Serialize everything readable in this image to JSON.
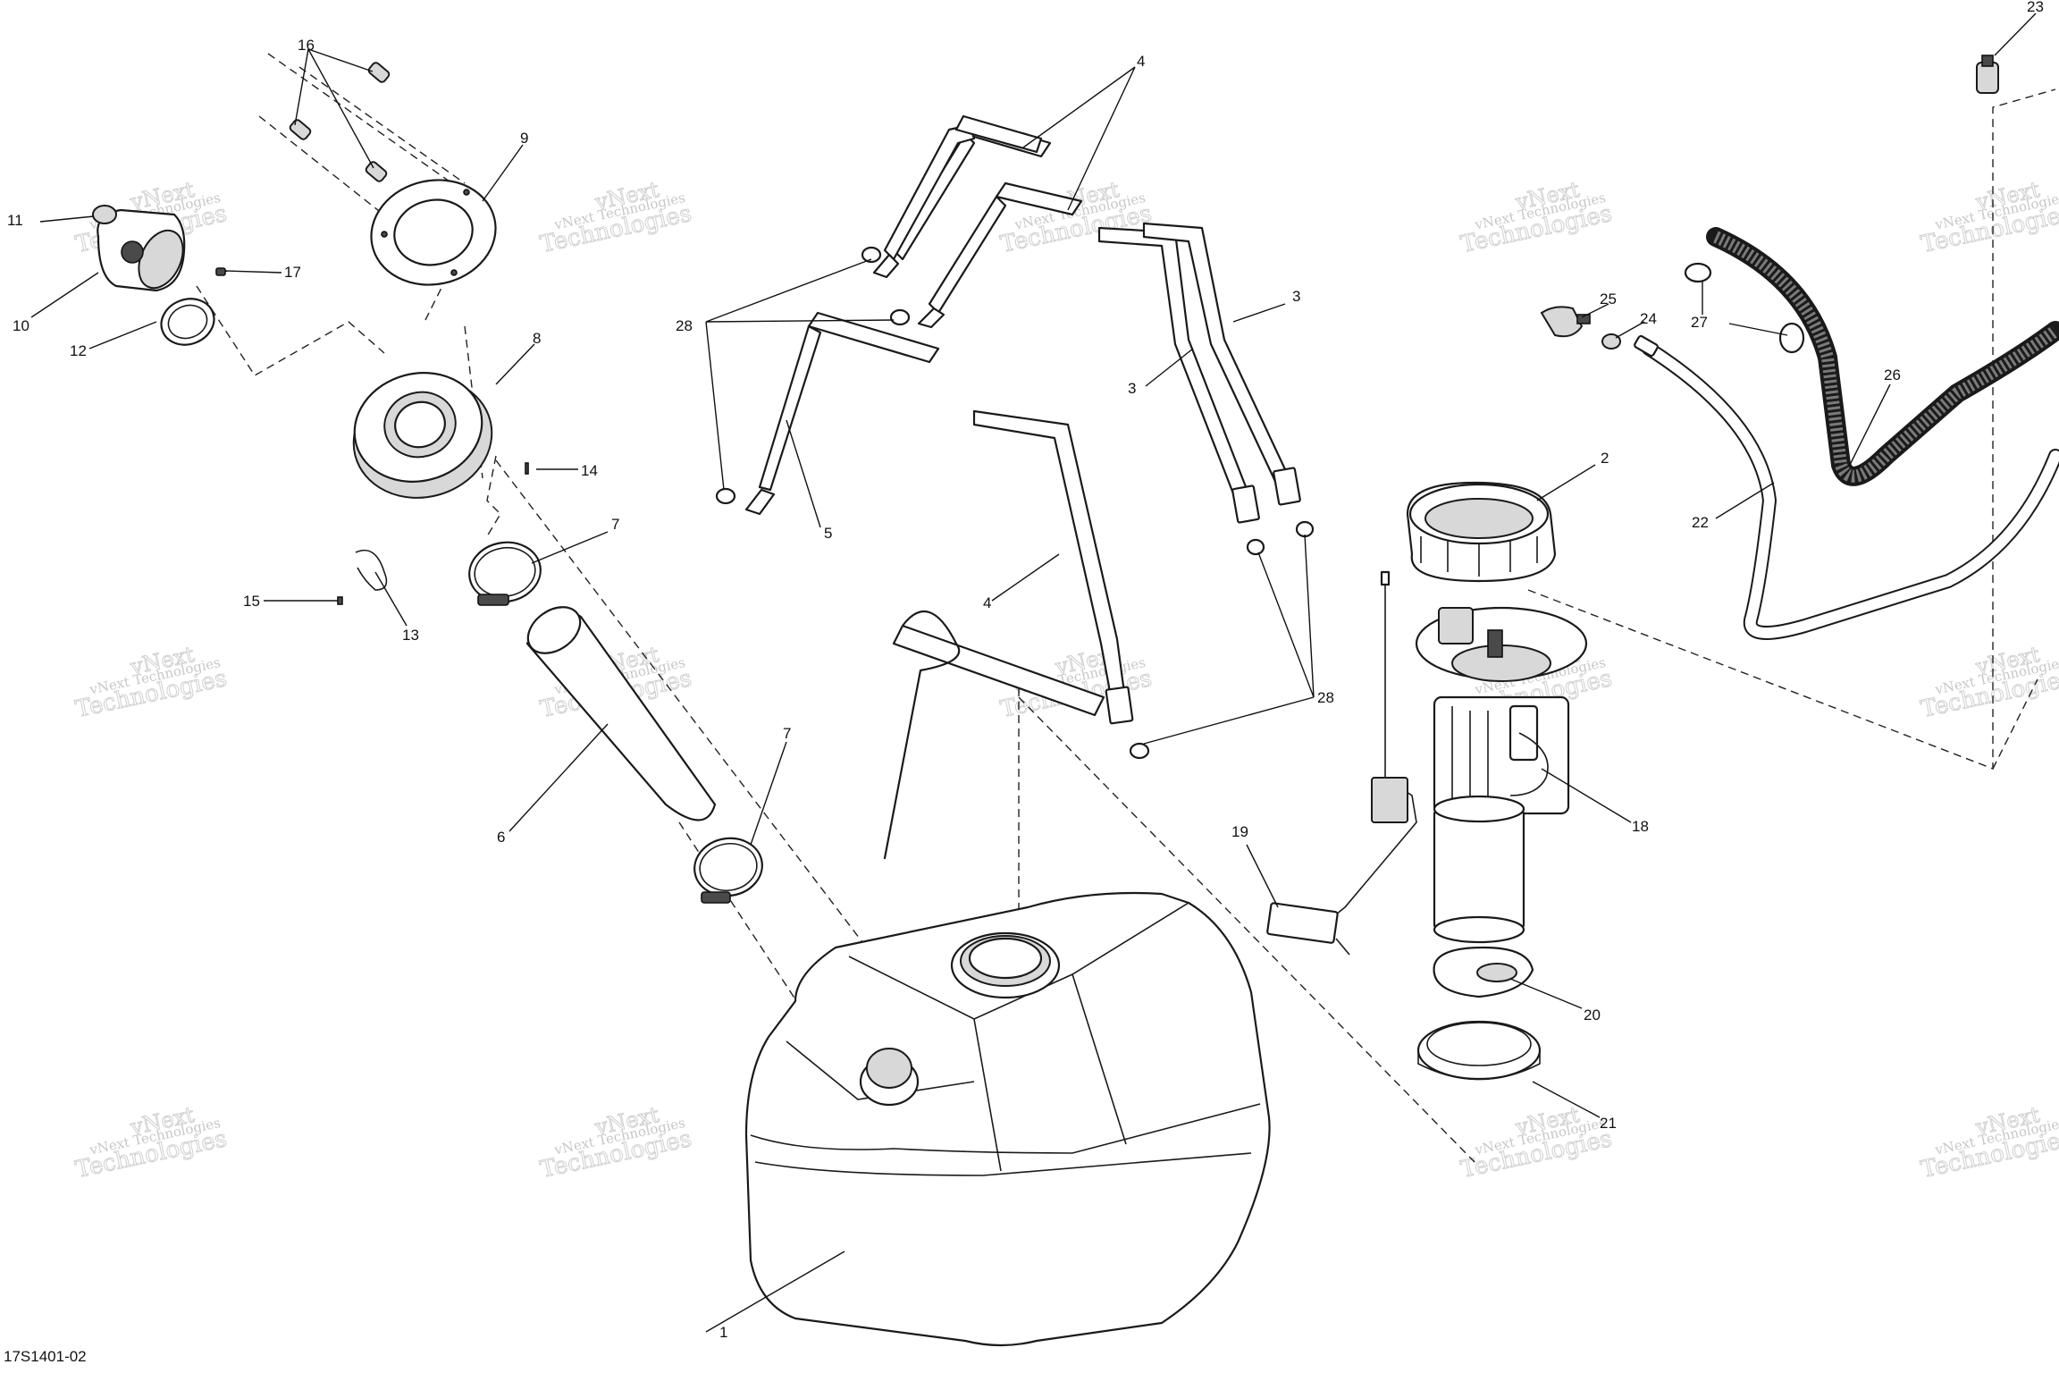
{
  "diagram": {
    "figure_id": "17S1401-02",
    "watermark": {
      "line1": "vNext Technologies",
      "line2": "vNext",
      "line3": "Technologies"
    },
    "callouts": [
      "1",
      "2",
      "3",
      "3",
      "4",
      "4",
      "4",
      "5",
      "6",
      "7",
      "7",
      "8",
      "9",
      "10",
      "11",
      "12",
      "13",
      "14",
      "15",
      "16",
      "17",
      "18",
      "19",
      "20",
      "21",
      "22",
      "23",
      "24",
      "25",
      "26",
      "27",
      "28",
      "28"
    ]
  }
}
